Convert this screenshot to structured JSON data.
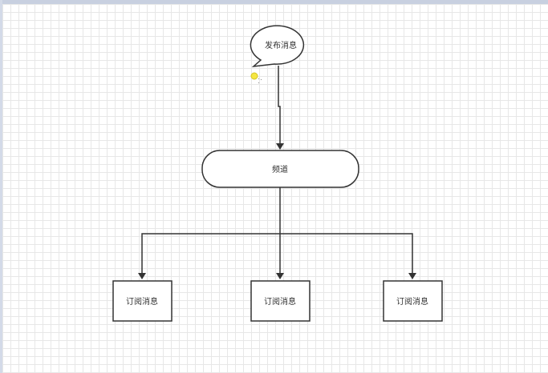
{
  "diagram": {
    "publish_node": {
      "label": "发布消息"
    },
    "channel_node": {
      "label": "频道"
    },
    "subscriber_nodes": [
      {
        "label": "订阅消息"
      },
      {
        "label": "订阅消息"
      },
      {
        "label": "订阅消息"
      }
    ],
    "colors": {
      "stroke": "#333333",
      "fill": "#ffffff",
      "grid": "#e7e7e7",
      "handle": "#f5e642"
    }
  }
}
